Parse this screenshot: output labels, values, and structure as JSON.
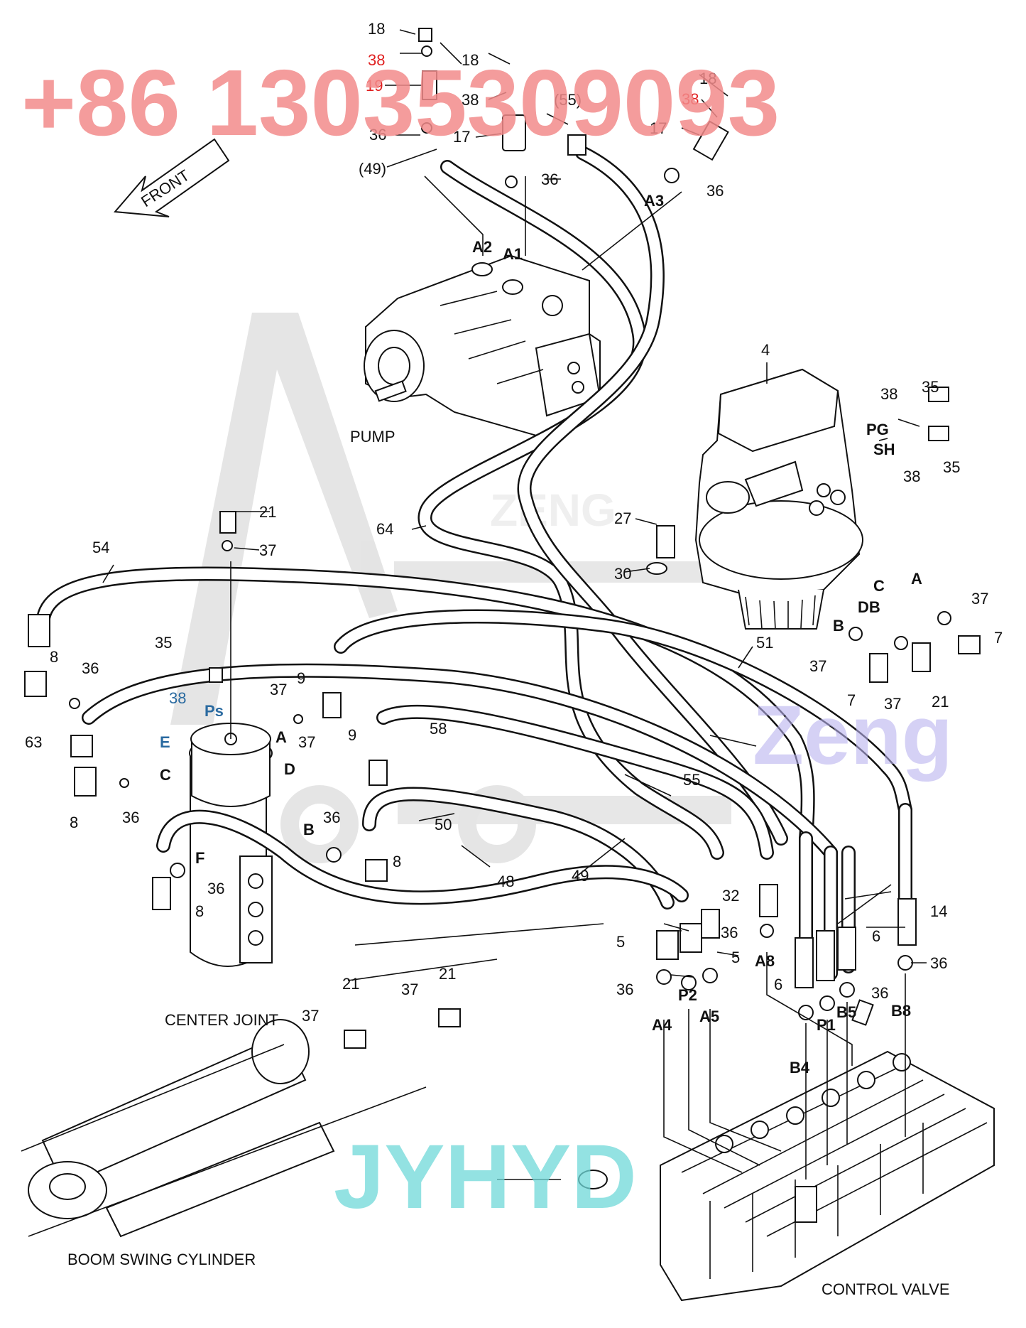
{
  "watermarks": {
    "phone": "+86 13035309093",
    "brand_bottom": "JYHYD",
    "brand_right": "Zeng",
    "phone_color": "#f28b8b",
    "brand_bottom_color": "#6fd8d8",
    "brand_right_color": "#b9b2ee",
    "logo_color": "#d6d6d6",
    "logo_text": "ZENG"
  },
  "colors": {
    "highlight_red": "#e02020",
    "highlight_blue": "#2a6aa0"
  },
  "front_arrow": {
    "label": "FRONT"
  },
  "captions": {
    "pump": "PUMP",
    "center_joint": "CENTER JOINT",
    "boom_swing_cylinder": "BOOM SWING CYLINDER",
    "control_valve": "CONTROL VALVE"
  },
  "labels": {
    "pump_top": [
      "18",
      "38",
      "19",
      "36",
      "(49)",
      "18",
      "38",
      "17",
      "(55)",
      "36",
      "18",
      "38",
      "17",
      "36"
    ],
    "pump_ports": [
      "A2",
      "A1",
      "A3"
    ],
    "hoses": [
      "64",
      "54",
      "51",
      "58",
      "55",
      "50",
      "48",
      "49"
    ],
    "swing_motor": [
      "4",
      "38",
      "35",
      "PG",
      "SH",
      "38",
      "35",
      "27",
      "30",
      "C",
      "A",
      "DB",
      "37",
      "B",
      "37",
      "7",
      "37",
      "7",
      "37",
      "21"
    ],
    "center_joint": [
      "21",
      "37",
      "35",
      "38",
      "Ps",
      "36",
      "8",
      "9",
      "37",
      "A",
      "37",
      "D",
      "9",
      "E",
      "63",
      "C",
      "36",
      "8",
      "B",
      "36",
      "F",
      "36",
      "8",
      "8"
    ],
    "fittings": [
      "32",
      "36",
      "A8",
      "5",
      "5",
      "36",
      "P2",
      "A5",
      "A4",
      "6",
      "6",
      "36",
      "B5",
      "P1",
      "B4",
      "14",
      "36",
      "B8"
    ],
    "boom_cylinder": [
      "37",
      "21",
      "37",
      "21"
    ]
  }
}
